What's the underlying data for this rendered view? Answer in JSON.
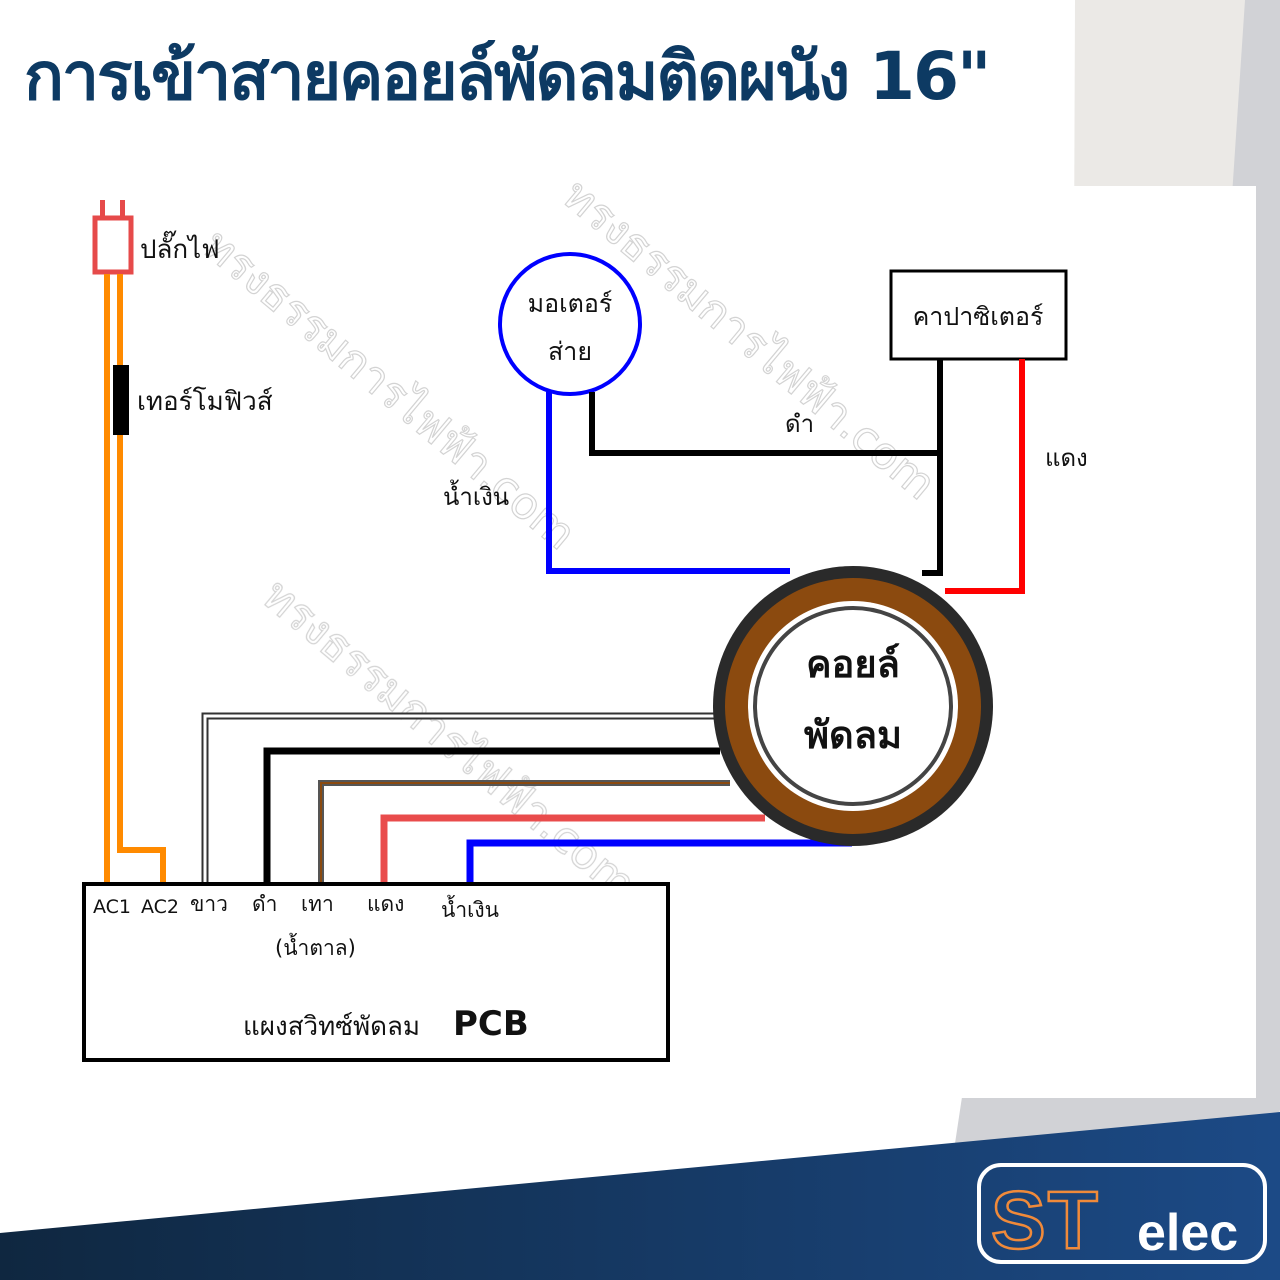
{
  "title": "การเข้าสายคอยล์พัดลมติดผนัง 16\"",
  "colors": {
    "title": "#0d3a63",
    "panel_beige": "#ebe9e6",
    "panel_grey": "#d1d2d6",
    "footer_dark": "#0f2740",
    "footer_light": "#1c4a86",
    "wire_orange": "#ff8a00",
    "wire_black": "#000000",
    "wire_blue": "#0000ff",
    "wire_red": "#ff0000",
    "wire_red_pcb": "#e94c4c",
    "wire_brown": "#8b4a0f",
    "coil_brown": "#8b4a0f",
    "coil_dark": "#2a2a2a",
    "plug_red": "#e64a4a",
    "logo_orange": "#f08a3a"
  },
  "diagram": {
    "plug": {
      "label": "ปลั๊กไฟ"
    },
    "thermal_fuse": {
      "label": "เทอร์โมฟิวส์"
    },
    "motor": {
      "line1": "มอเตอร์",
      "line2": "ส่าย"
    },
    "capacitor": {
      "label": "คาปาซิเตอร์"
    },
    "wire_labels": {
      "black": "ดำ",
      "red": "แดง",
      "blue": "น้ำเงิน"
    },
    "coil": {
      "line1": "คอยล์",
      "line2": "พัดลม"
    },
    "pcb": {
      "label": "แผงสวิทซ์พัดลม",
      "label_bold": "PCB",
      "terminals": [
        {
          "label": "AC1"
        },
        {
          "label": "AC2"
        },
        {
          "label": "ขาว"
        },
        {
          "label": "ดำ"
        },
        {
          "label": "เทา"
        },
        {
          "label": "แดง"
        },
        {
          "label": "น้ำเงิน"
        }
      ],
      "terminal_note": "(น้ำตาล)"
    },
    "watermark": "ทรงธรรมการไฟฟ้า.com"
  },
  "logo": {
    "big": "ST",
    "small": "elec"
  }
}
